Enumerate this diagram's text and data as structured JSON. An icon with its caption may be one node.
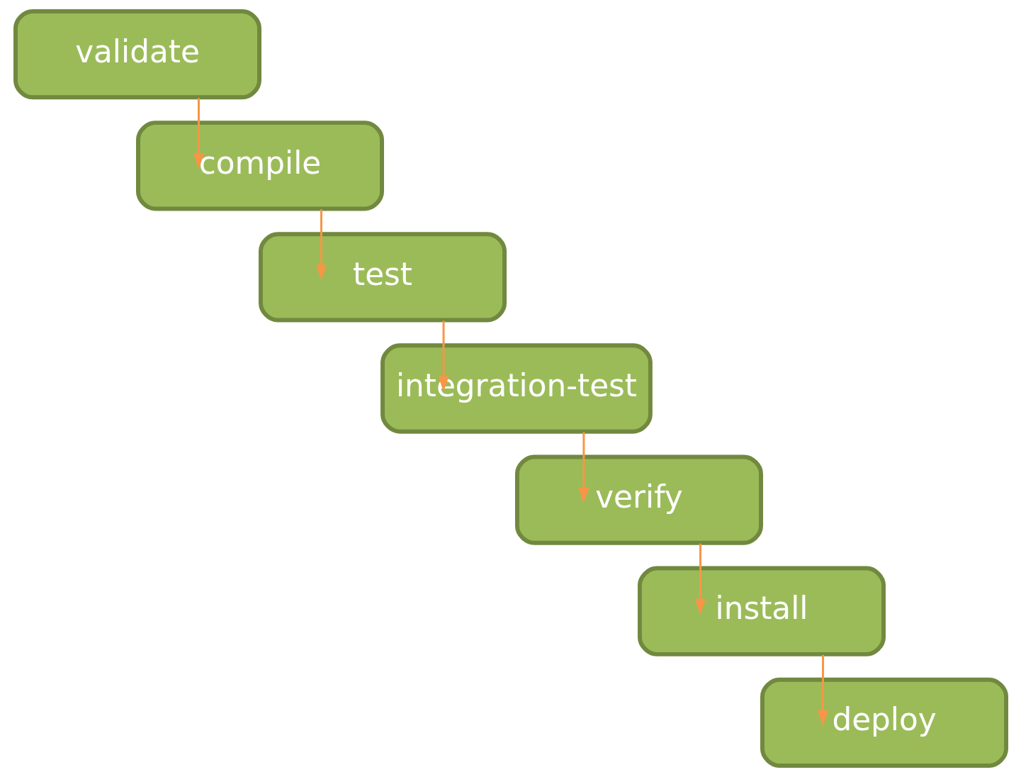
{
  "diagram": {
    "nodes": [
      {
        "text": [
          "validate"
        ]
      },
      {
        "text": [
          "compile"
        ]
      },
      {
        "text": [
          "test"
        ]
      },
      {
        "text": [
          "integration-test"
        ]
      },
      {
        "text": [
          "verify"
        ]
      },
      {
        "text": [
          "install"
        ]
      },
      {
        "text": [
          "deploy"
        ]
      }
    ],
    "edges": [
      {
        "from": 0,
        "to": 1,
        "arrow": "to"
      },
      {
        "from": 1,
        "to": 2,
        "arrow": "to"
      },
      {
        "from": 2,
        "to": 3,
        "arrow": "to"
      },
      {
        "from": 3,
        "to": 4,
        "arrow": "to"
      },
      {
        "from": 4,
        "to": 5,
        "arrow": "to"
      },
      {
        "from": 5,
        "to": 6,
        "arrow": "to"
      }
    ]
  }
}
